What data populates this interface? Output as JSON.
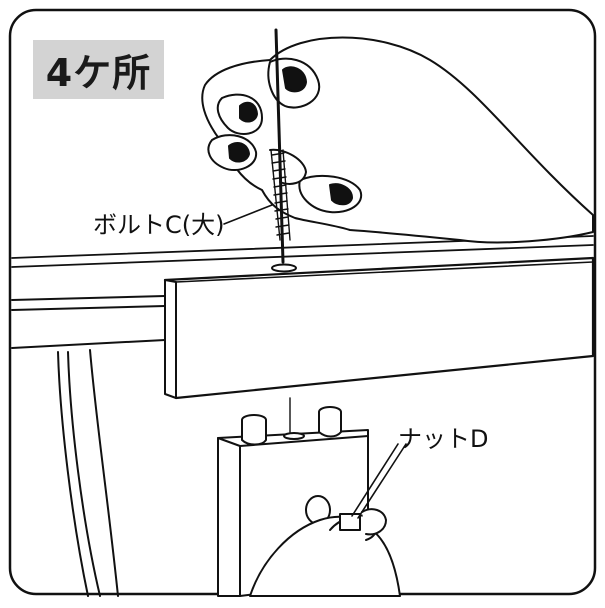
{
  "badge": {
    "text": "4ケ所"
  },
  "labels": {
    "bolt": "ボルトC(大)",
    "nut": "ナットD"
  },
  "colors": {
    "badge_bg": "#d3d3d3",
    "line": "#111111"
  }
}
